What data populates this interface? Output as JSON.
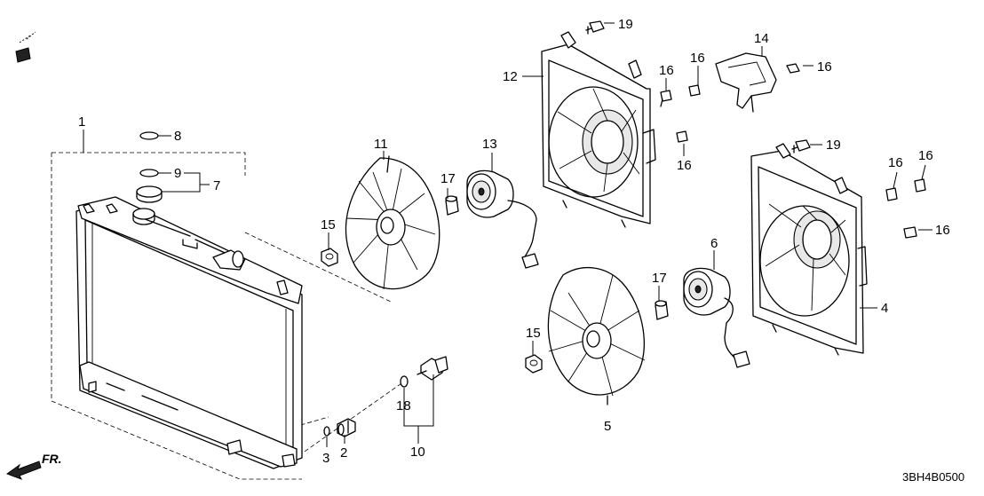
{
  "diagram": {
    "code": "3BH4B0500",
    "direction_label": "FR.",
    "callouts": [
      {
        "id": "c1",
        "label": "1"
      },
      {
        "id": "c2",
        "label": "2"
      },
      {
        "id": "c3",
        "label": "3"
      },
      {
        "id": "c4",
        "label": "4"
      },
      {
        "id": "c5",
        "label": "5"
      },
      {
        "id": "c6",
        "label": "6"
      },
      {
        "id": "c7",
        "label": "7"
      },
      {
        "id": "c8",
        "label": "8"
      },
      {
        "id": "c9",
        "label": "9"
      },
      {
        "id": "c10",
        "label": "10"
      },
      {
        "id": "c11",
        "label": "11"
      },
      {
        "id": "c12",
        "label": "12"
      },
      {
        "id": "c13",
        "label": "13"
      },
      {
        "id": "c14",
        "label": "14"
      },
      {
        "id": "c15a",
        "label": "15"
      },
      {
        "id": "c15b",
        "label": "15"
      },
      {
        "id": "c16a",
        "label": "16"
      },
      {
        "id": "c16b",
        "label": "16"
      },
      {
        "id": "c16c",
        "label": "16"
      },
      {
        "id": "c16d",
        "label": "16"
      },
      {
        "id": "c16e",
        "label": "16"
      },
      {
        "id": "c16f",
        "label": "16"
      },
      {
        "id": "c16g",
        "label": "16"
      },
      {
        "id": "c17a",
        "label": "17"
      },
      {
        "id": "c17b",
        "label": "17"
      },
      {
        "id": "c18",
        "label": "18"
      },
      {
        "id": "c19a",
        "label": "19"
      },
      {
        "id": "c19b",
        "label": "19"
      }
    ]
  }
}
